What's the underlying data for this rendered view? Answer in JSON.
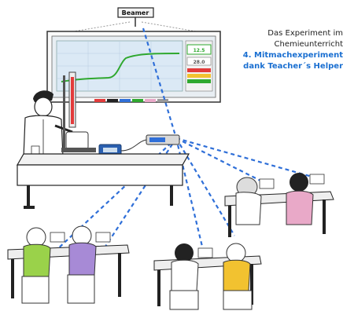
{
  "projector": {
    "label": "Beamer"
  },
  "screen_readouts": {
    "value_green": "12.5",
    "value_red": "28.0"
  },
  "caption": {
    "line1": "Das Experiment im",
    "line2": "Chemieunterricht",
    "line3": "4. Mitmachexperiment",
    "line4": "dank Teacher´s Helper"
  },
  "colors": {
    "accent_blue": "#1a6fd1",
    "curve_green": "#2fa82f",
    "dash_blue": "#2f6fd8",
    "shirt_green": "#9ad24a",
    "shirt_purple": "#a78ad6",
    "shirt_pink": "#e9a9c8",
    "shirt_yellow": "#f2c230"
  }
}
